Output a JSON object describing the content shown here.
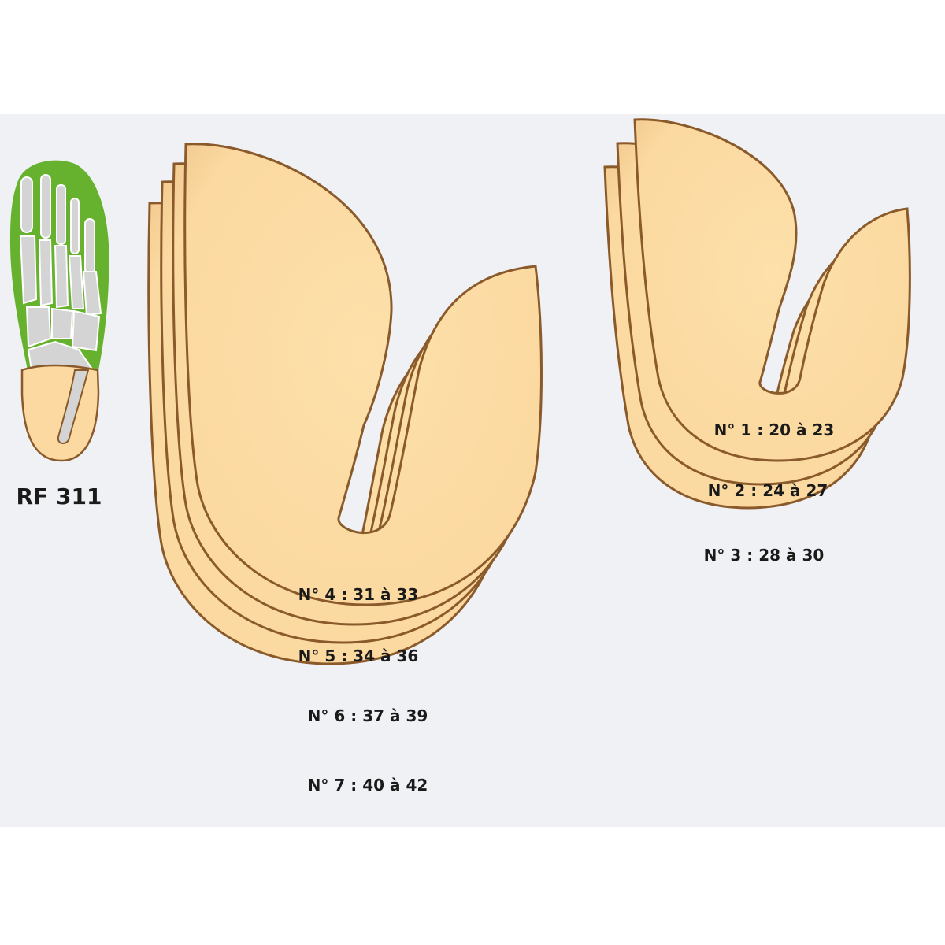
{
  "reference": "RF 311",
  "large_group": {
    "sizes": [
      "N° 4 : 31 à 33",
      "N° 5 : 34 à 36",
      "N° 6 : 37 à 39",
      "N° 7 : 40 à 42"
    ]
  },
  "small_group": {
    "sizes": [
      "N° 1 : 20 à 23",
      "N° 2 : 24 à 27",
      "N° 3 : 28 à 30"
    ]
  },
  "colors": {
    "background_panel": "#f0f1f5",
    "pad_fill": "#fde0aa",
    "pad_fill_dark": "#f3c98a",
    "pad_outline": "#8a5a2b",
    "foot_highlight": "#66b22e",
    "bone_fill": "#d4d4d4",
    "bone_outline": "#ffffff"
  }
}
